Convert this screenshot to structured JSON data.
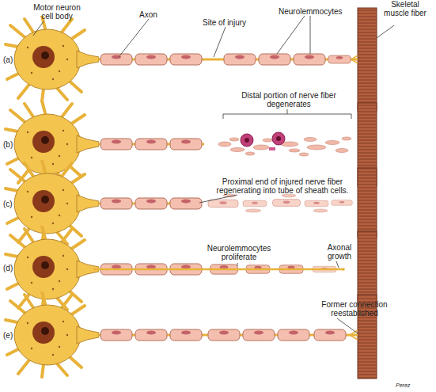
{
  "diagram": {
    "labels": [
      "Motor neuron cell body",
      "Axon",
      "Site of injury",
      "Neurolemmocytes",
      "Skeletal muscle fiber",
      "(a)",
      "Distal portion of nerve fiber degenerates",
      "(b)",
      "Proximal end of injured nerve fiber regenerating into tube of sheath cells.",
      "(c)",
      "Neurolemmocytes proliferate",
      "Axonal growth",
      "(d)",
      "Former connection reestablished",
      "(e)",
      "Perez"
    ]
  }
}
